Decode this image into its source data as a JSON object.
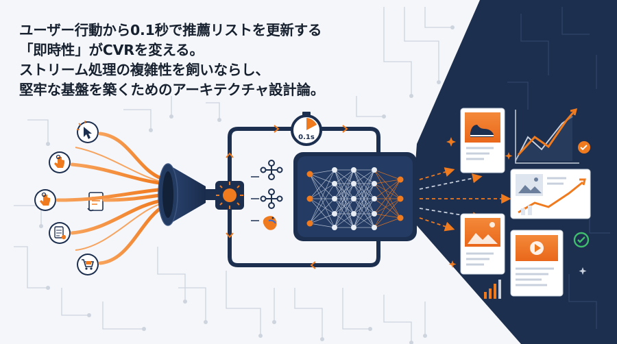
{
  "headline": {
    "lines": [
      "ユーザー行動から0.1秒で推薦リストを更新する",
      "「即時性」がCVRを変える。",
      "ストリーム処理の複雑性を飼いならし、",
      "堅牢な基盤を築くためのアーキテクチャ設計論。"
    ]
  },
  "timer": {
    "label": "0.1s"
  },
  "icons": {
    "inputs": [
      "cursor-click-icon",
      "touch-tap-icon",
      "document-scroll-icon",
      "tap-gesture-icon",
      "checklist-document-icon",
      "shopping-cart-icon"
    ],
    "stream_tools": [
      "kafka-icon",
      "kafka-icon",
      "flink-squirrel-icon"
    ],
    "outputs": [
      "sneaker-product-card",
      "growth-chart-card",
      "image-gallery-card",
      "image-product-card",
      "video-card",
      "bar-chart-icon",
      "check-badge-icon"
    ]
  },
  "colors": {
    "navy": "#1d2f4f",
    "orange": "#f07a1e",
    "light_bg": "#f4f6f9",
    "circuit": "#cbd3dd"
  }
}
